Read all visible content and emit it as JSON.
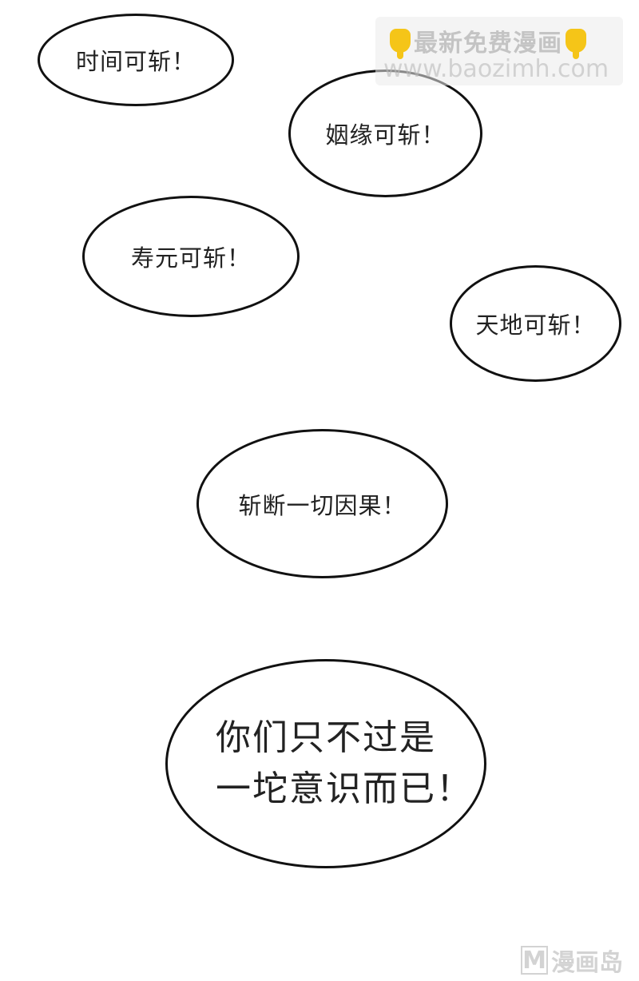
{
  "bubbles": {
    "b1": "时间可斩！",
    "b2": "姻缘可斩！",
    "b3": "寿元可斩！",
    "b4": "天地可斩！",
    "b5": "斩断一切因果！",
    "b6_line1": "你们只不过是",
    "b6_line2": "一坨意识而已！"
  },
  "watermark": {
    "line1": "最新免费漫画",
    "line2": "www.baozimh.com",
    "icon": "pointing-down-hand-icon"
  },
  "logo": {
    "letter": "M",
    "name": "漫画岛"
  },
  "colors": {
    "background": "#ffffff",
    "outline": "#111111",
    "text": "#222222",
    "watermark_hand": "#f5c518"
  }
}
